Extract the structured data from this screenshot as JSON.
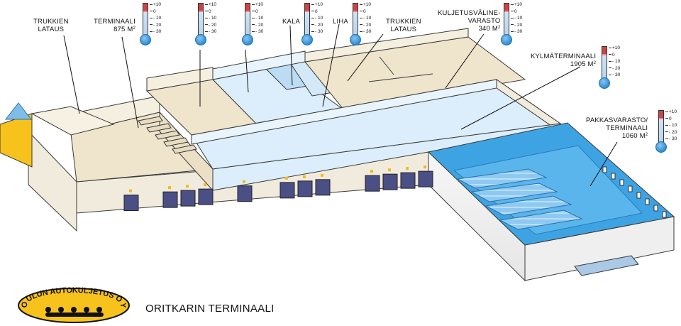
{
  "title": "ORITKARIN TERMINAALI",
  "logo": {
    "text": "OULUN AUTOKULJETUS OY",
    "colors": {
      "fill": "#f7c21b",
      "outline": "#111111"
    }
  },
  "thermometer_scale": [
    "+10",
    "0",
    "- 10",
    "- 20",
    "- 30"
  ],
  "labels": {
    "trukkien_lataus_1": [
      "TRUKKIEN",
      "LATAUS"
    ],
    "terminaali": [
      "TERMINAALI",
      "875 M"
    ],
    "kala": "KALA",
    "liha": "LIHA",
    "trukkien_lataus_2": [
      "TRUKKIEN",
      "LATAUS"
    ],
    "kuljetusvalinevarasto": [
      "KULJETUSVÄLINE-",
      "VARASTO",
      "340 M"
    ],
    "kylmaterminaali": [
      "KYLMÄTERMINAALI",
      "1905 M"
    ],
    "pakkasvarasto": [
      "PAKKASVARASTO/",
      "TERMINAALI",
      "1060 M"
    ]
  },
  "area_unit_sup": "2",
  "colors": {
    "beige_floor": "#efe4cc",
    "beige_wall": "#f3ecdc",
    "light_blue_floor": "#dceefb",
    "medium_blue_floor": "#c6e2f6",
    "freezer_blue": "#3ea3e3",
    "outline": "#3a3a3a",
    "door_navy": "#2c3a86",
    "yellow": "#f5b81c",
    "roof_blue": "#7fbde8"
  }
}
